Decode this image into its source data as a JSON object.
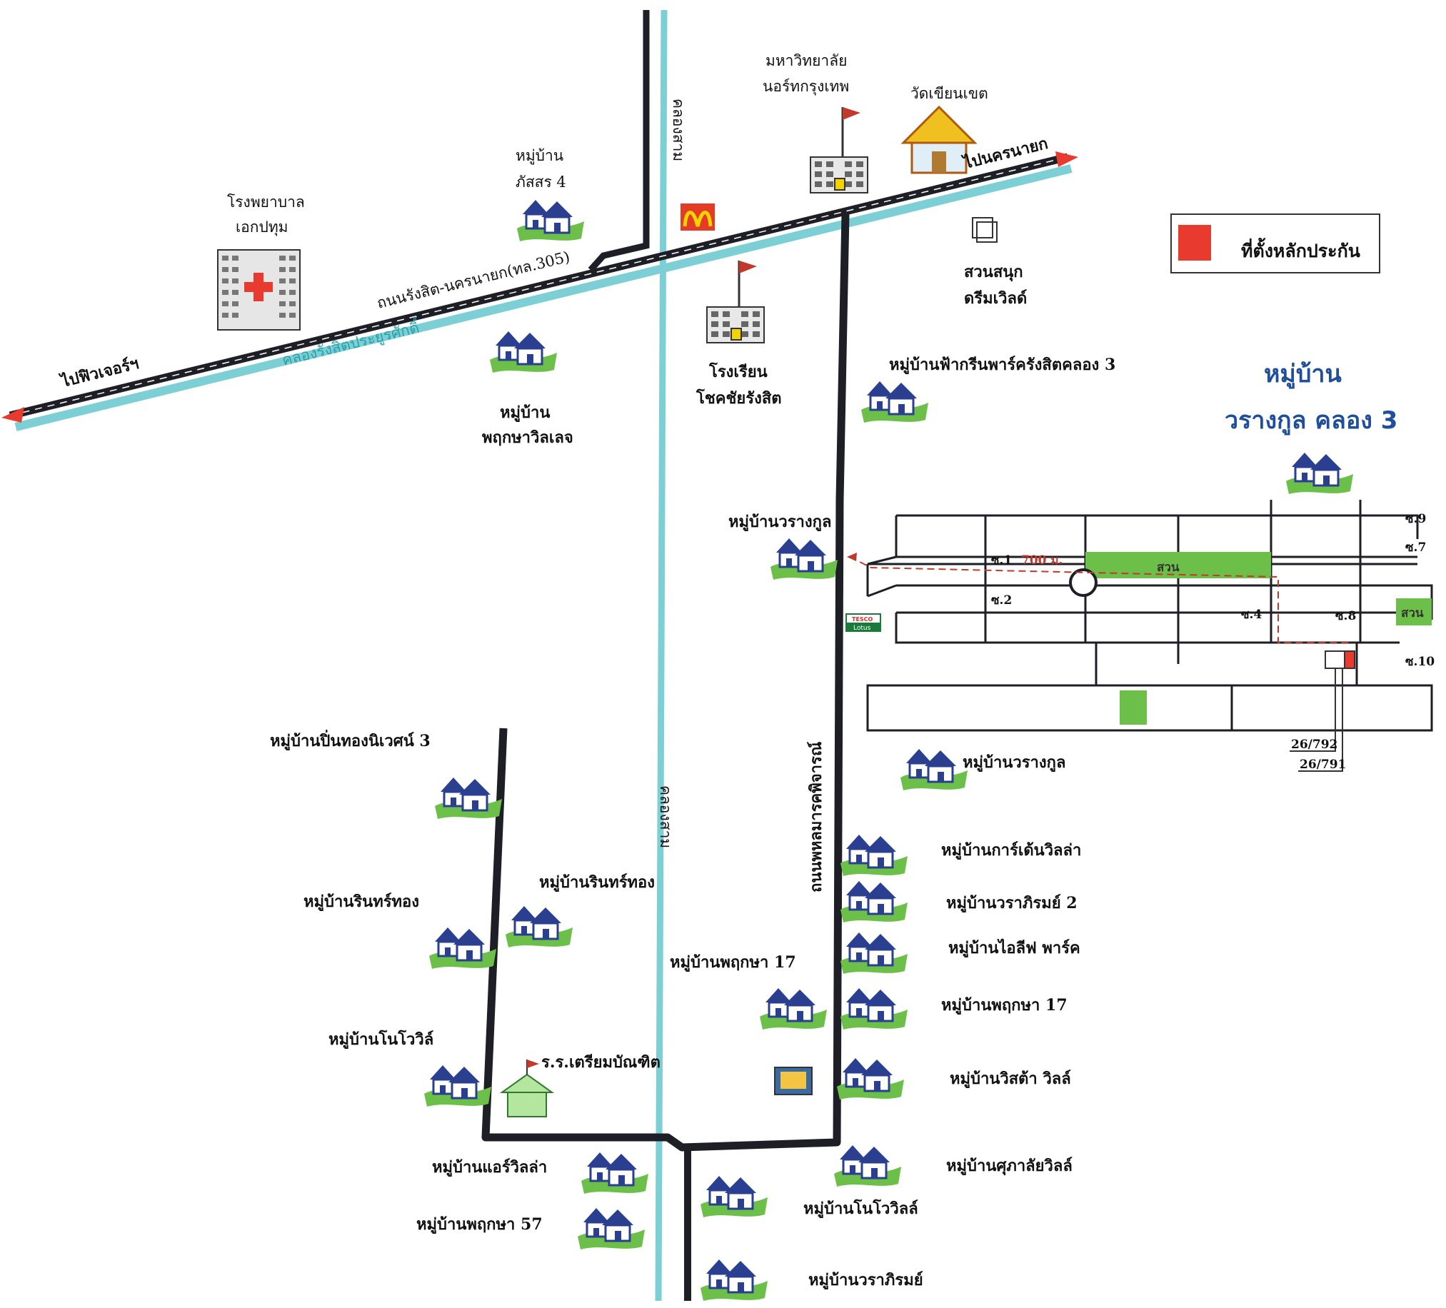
{
  "colors": {
    "road": "#1e1e26",
    "canal": "#7ccfd4",
    "green": "#6cc04a",
    "house_roof": "#2a3f8f",
    "collateral": "#e83a2f",
    "title_blue": "#1f4f9c",
    "dash_red": "#c0392b"
  },
  "legend": {
    "label": "ที่ตั้งหลักประกัน"
  },
  "title": {
    "line1": "หมู่บ้าน",
    "line2": "วรางกูล คลอง 3"
  },
  "roads": {
    "rangsit_nakhonnayok": "ถนนรังสิต-นครนายก(ทล.305)",
    "to_future": "ไปฟิวเจอร์ฯ",
    "to_nakhonnayok": "ไปนครนายก",
    "lam_luk_ka": "ถนนพหลมารคพิจารณ์"
  },
  "canals": {
    "rangsit_canal": "คลองรังสิตประยูรศักดิ์",
    "khlong_sam_top": "คลองสาม",
    "khlong_sam_mid": "คลองสาม"
  },
  "landmarks": {
    "hospital_1": "โรงพยาบาล",
    "hospital_2": "เอกปทุม",
    "pasasorn_1": "หมู่บ้าน",
    "pasasorn_2": "ภัสสร 4",
    "ntu_1": "มหาวิทยาลัย",
    "ntu_2": "นอร์ทกรุงเทพ",
    "temple": "วัดเขียนเขต",
    "dreamworld_1": "สวนสนุก",
    "dreamworld_2": "ดรีมเวิลด์",
    "school_1": "โรงเรียน",
    "school_2": "โชคชัยรังสิต",
    "pruksa_village_1": "หมู่บ้าน",
    "pruksa_village_2": "พฤกษาวิลเลจ",
    "fagreen": "หมู่บ้านฟ้ากรีนพาร์ครังสิตคลอง 3",
    "warangkul_1": "หมู่บ้านวรางกูล",
    "warangkul_2": "หมู่บ้านวรางกูล",
    "lotus_1": "TESCO",
    "lotus_2": "Lotus",
    "prep_school": "ร.ร.เตรียมบัณฑิต"
  },
  "villages_left": [
    "หมู่บ้านปิ่นทองนิเวศน์ 3",
    "หมู่บ้านรินทร์ทอง",
    "หมู่บ้านรินทร์ทอง",
    "หมู่บ้านโนโววิล์",
    "หมู่บ้านแอร์วิลล่า",
    "หมู่บ้านพฤกษา 57",
    "หมู่บ้านพฤกษา 17"
  ],
  "villages_right": [
    "หมู่บ้านการ์เด้นวิลล่า",
    "หมู่บ้านวราภิรมย์ 2",
    "หมู่บ้านไอลีฟ พาร์ค",
    "หมู่บ้านพฤกษา 17",
    "หมู่บ้านวิสต้า วิลล์",
    "หมู่บ้านศุภาลัยวิลล์",
    "หมู่บ้านโนโววิลล์",
    "หมู่บ้านวราภิรมย์"
  ],
  "inset": {
    "distance": "700 ม.",
    "park": "สวน",
    "park_2": "สวน",
    "soi_1": "ซ.1",
    "soi_2": "ซ.2",
    "soi_4": "ซ.4",
    "soi_7": "ซ.7",
    "soi_8": "ซ.8",
    "soi_9": "ซ.9",
    "soi_10": "ซ.10",
    "plot_1": "26/792",
    "plot_2": "26/791"
  }
}
